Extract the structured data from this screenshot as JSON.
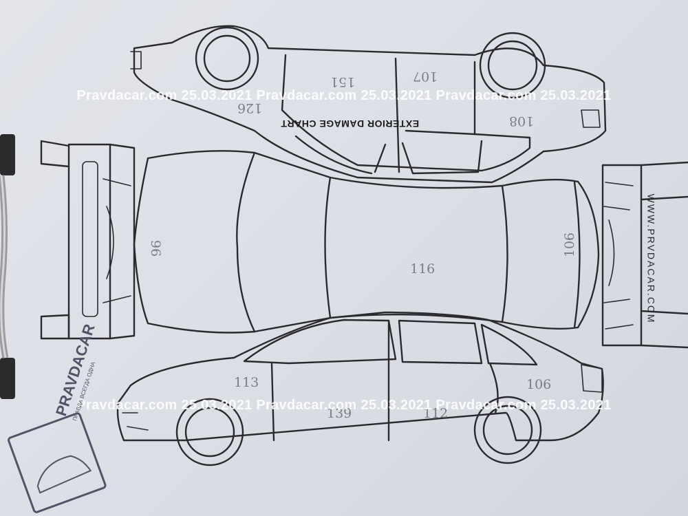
{
  "chart_title": "EXTERIOR DAMAGE CHART",
  "side_brand": "WWW.PRVDACAR.COM",
  "watermark": {
    "text": "Pravdacar.com 25.03.2021 Pravdacar.com 25.03.2021 Pravdacar.com 25.03.2021"
  },
  "stamp": {
    "brand": "PRAVDACAR",
    "slogan": "ПРАВДА ВСЕГДА ОДНА"
  },
  "readings": {
    "roof": "116",
    "hood": "96",
    "trunk": "106",
    "top_front_door": "151",
    "top_rear_door": "107",
    "top_front_fender": "126",
    "top_rear_quarter": "108",
    "front_door": "139",
    "rear_door": "112",
    "front_fender": "113",
    "rear_quarter": "106"
  },
  "colors": {
    "paper": "#dcdfe6",
    "ink": "#2a2a2e",
    "pencil": "#6c6c72",
    "watermark": "#ffffff"
  }
}
